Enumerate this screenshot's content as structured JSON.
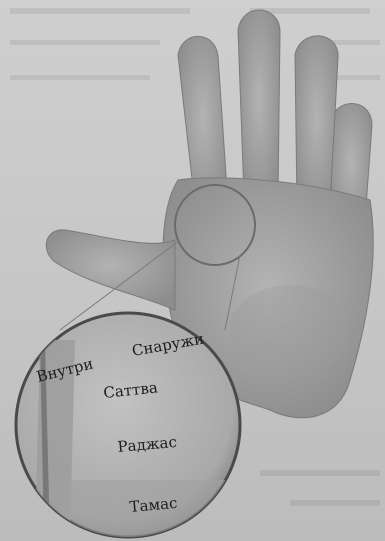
{
  "diagram": {
    "colors": {
      "background": "#c9c9c9",
      "hand": "#a9a9a9",
      "hand_shadow": "#8f8f8f",
      "lens": "#b7b7b7",
      "lens_edge": "#4a4a4a",
      "text": "#1c1c1c"
    },
    "labels": {
      "inside": "Внутри",
      "outside": "Снаружи",
      "sattva": "Саттва",
      "rajas": "Раджас",
      "tamas": "Тамас"
    }
  }
}
